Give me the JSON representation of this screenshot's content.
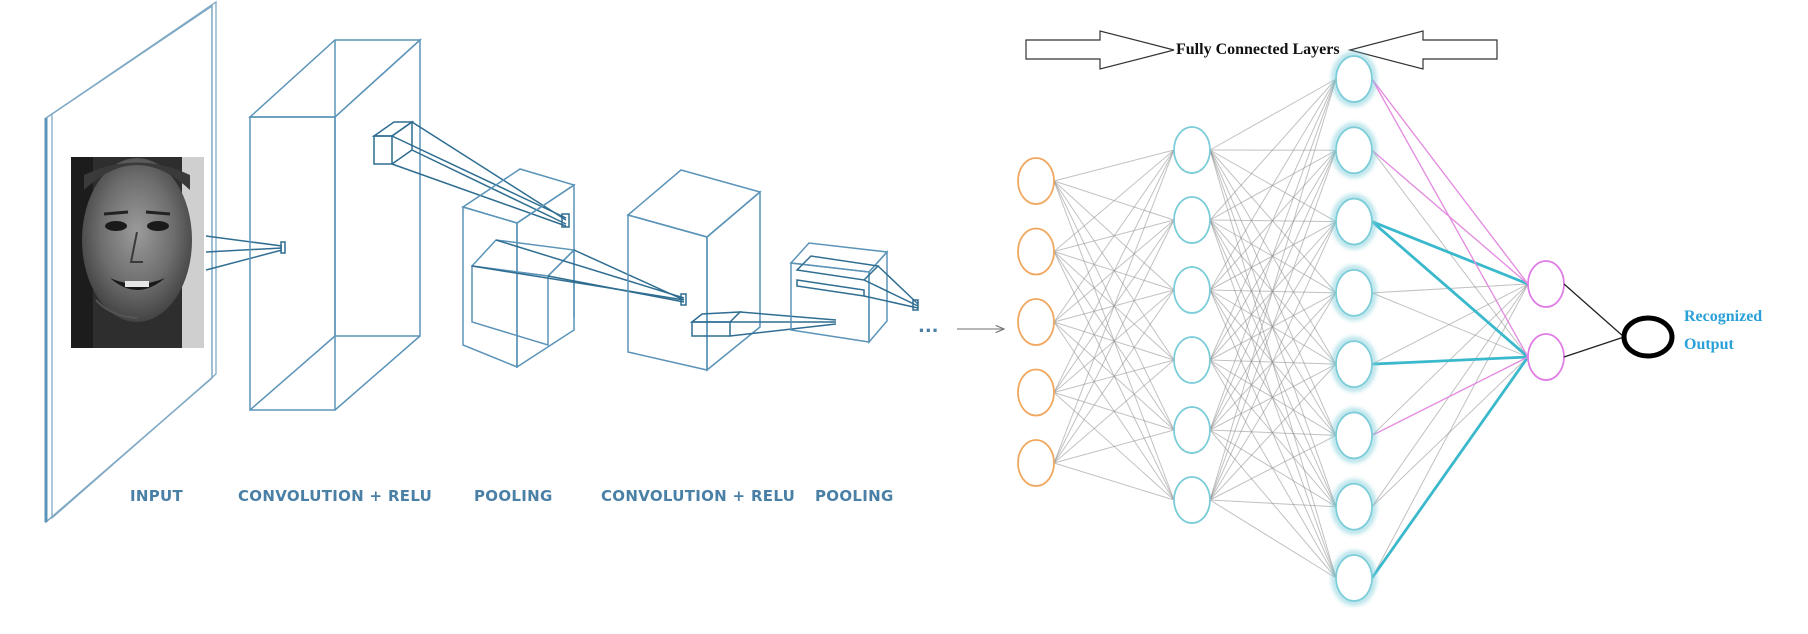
{
  "stages": [
    {
      "id": "input",
      "label": "INPUT"
    },
    {
      "id": "conv1",
      "label": "CONVOLUTION + RELU"
    },
    {
      "id": "pool1",
      "label": "POOLING"
    },
    {
      "id": "conv2",
      "label": "CONVOLUTION + RELU"
    },
    {
      "id": "pool2",
      "label": "POOLING"
    }
  ],
  "ellipsis": "...",
  "fc": {
    "title": "Fully Connected Layers",
    "layers": [
      {
        "nodes": 5,
        "color": "#f0a860"
      },
      {
        "nodes": 6,
        "color": "#7ccdd9"
      },
      {
        "nodes": 8,
        "color": "#7ccdd9"
      },
      {
        "nodes": 2,
        "color": "#e07ee6"
      }
    ],
    "output_label": [
      "Recognized",
      "Output"
    ],
    "output_label_color": "#2aa0d8",
    "output_node_color": "#000000"
  }
}
